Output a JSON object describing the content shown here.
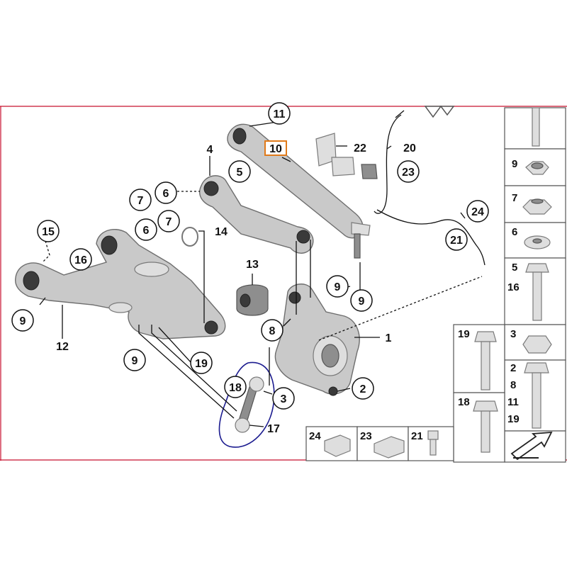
{
  "colors": {
    "frame_red": "#c8102e",
    "highlight_orange": "#e07a1a",
    "annotation_blue": "#1b1b8f",
    "part_gray": "#c9c9c9",
    "bushing_dark": "#3a3a3a"
  },
  "callouts": {
    "c11": "11",
    "c10": "10",
    "c4": "4",
    "c5": "5",
    "c22": "22",
    "c20": "20",
    "c23": "23",
    "c7a": "7",
    "c6a": "6",
    "c6b": "6",
    "c7b": "7",
    "c14": "14",
    "c15": "15",
    "c16": "16",
    "c13": "13",
    "c24": "24",
    "c21": "21",
    "c9a": "9",
    "c9b": "9",
    "c9c": "9",
    "c9d": "9",
    "c12": "12",
    "c8": "8",
    "c1": "1",
    "c19": "19",
    "c18": "18",
    "c3": "3",
    "c2": "2",
    "c17": "17"
  },
  "sidebar": {
    "s9": "9",
    "s7": "7",
    "s6": "6",
    "s5": "5",
    "s16": "16",
    "s19": "19",
    "s3": "3",
    "s2": "2",
    "s8": "8",
    "s11": "11",
    "s19b": "19",
    "s18": "18"
  },
  "bottom_row": {
    "b24": "24",
    "b23": "23",
    "b21": "21"
  },
  "icons": {
    "nav": "arrow-icon",
    "warning": "warning-triangle-icon"
  }
}
